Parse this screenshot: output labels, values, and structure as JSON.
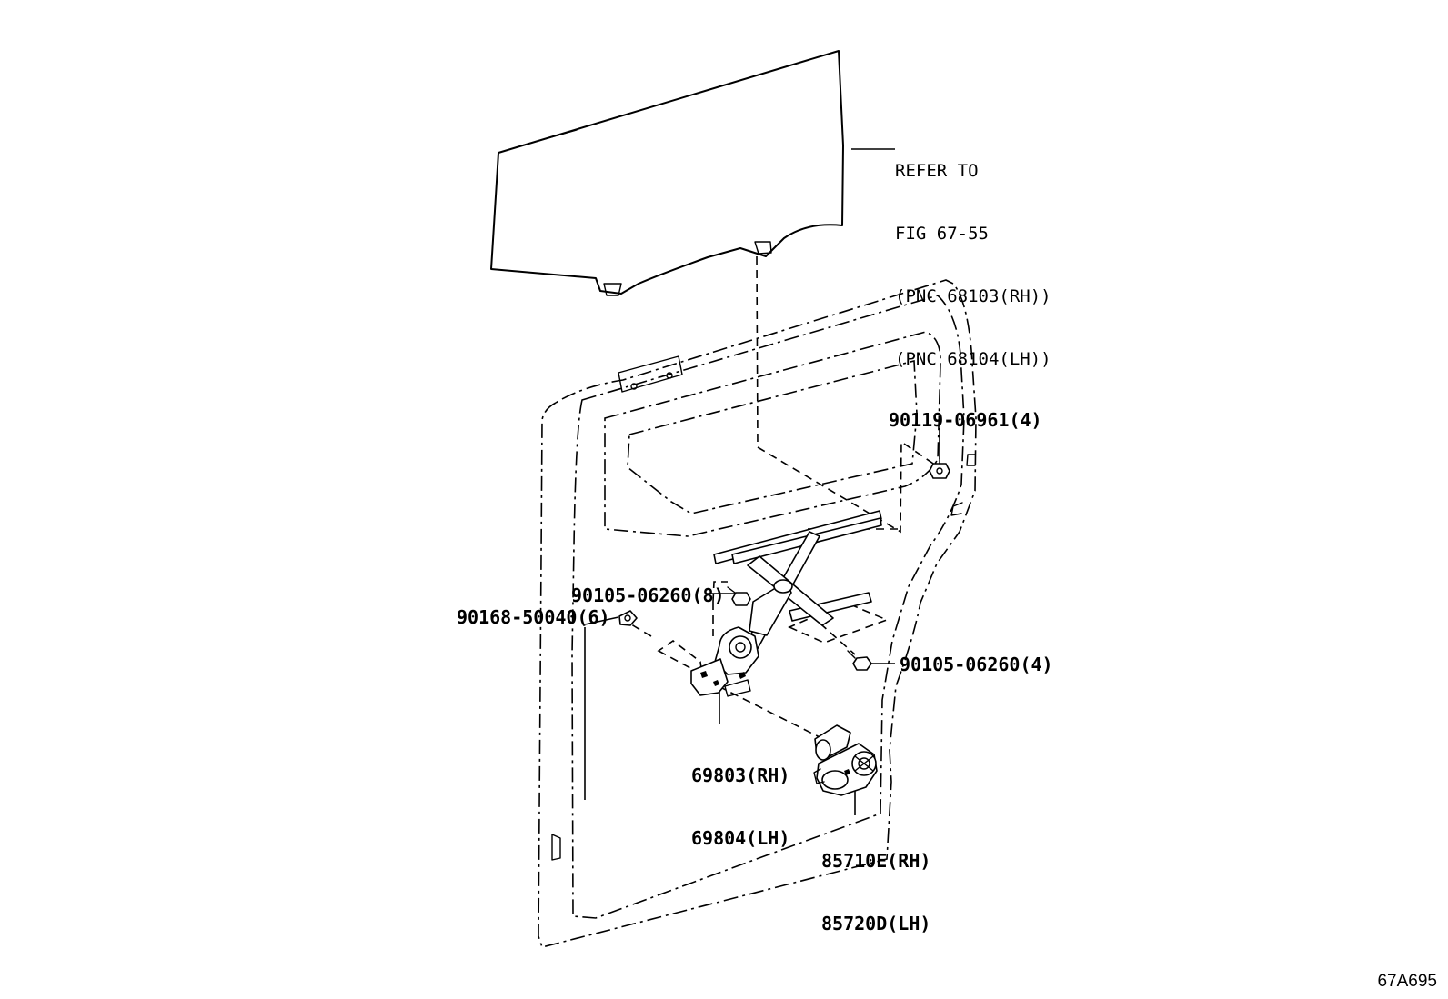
{
  "refer": {
    "line1": "REFER TO",
    "line2": "FIG 67-55",
    "line3": "(PNC 68103(RH))",
    "line4": "(PNC 68104(LH))"
  },
  "callouts": {
    "bolt_upper": "90119-06961(4)",
    "bolt_regulator_left": "90105-06260(8)",
    "clip_left": "90168-50040(6)",
    "bolt_regulator_right": "90105-06260(4)",
    "regulator_rh": "69803(RH)",
    "regulator_lh": "69804(LH)",
    "motor_rh": "85710E(RH)",
    "motor_lh": "85720D(LH)"
  },
  "figure_id": "67A695"
}
